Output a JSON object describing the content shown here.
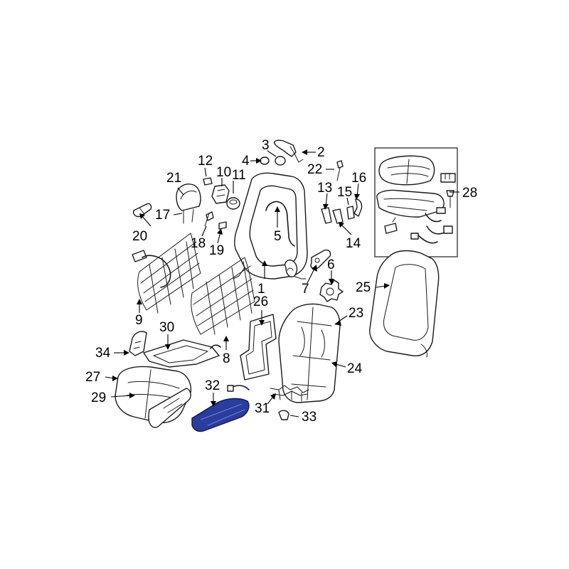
{
  "diagram": {
    "highlight_color": "#2a3d9c",
    "callouts": [
      {
        "id": "1",
        "label": "1"
      },
      {
        "id": "2",
        "label": "2"
      },
      {
        "id": "3",
        "label": "3"
      },
      {
        "id": "4",
        "label": "4"
      },
      {
        "id": "5",
        "label": "5"
      },
      {
        "id": "6",
        "label": "6"
      },
      {
        "id": "7",
        "label": "7"
      },
      {
        "id": "8",
        "label": "8"
      },
      {
        "id": "9",
        "label": "9"
      },
      {
        "id": "10",
        "label": "10"
      },
      {
        "id": "11",
        "label": "11"
      },
      {
        "id": "12",
        "label": "12"
      },
      {
        "id": "13",
        "label": "13"
      },
      {
        "id": "14",
        "label": "14"
      },
      {
        "id": "15",
        "label": "15"
      },
      {
        "id": "16",
        "label": "16"
      },
      {
        "id": "17",
        "label": "17"
      },
      {
        "id": "18",
        "label": "18"
      },
      {
        "id": "19",
        "label": "19"
      },
      {
        "id": "20",
        "label": "20"
      },
      {
        "id": "21",
        "label": "21"
      },
      {
        "id": "22",
        "label": "22"
      },
      {
        "id": "23",
        "label": "23"
      },
      {
        "id": "24",
        "label": "24"
      },
      {
        "id": "25",
        "label": "25"
      },
      {
        "id": "26",
        "label": "26"
      },
      {
        "id": "27",
        "label": "27"
      },
      {
        "id": "28",
        "label": "28"
      },
      {
        "id": "29",
        "label": "29"
      },
      {
        "id": "30",
        "label": "30"
      },
      {
        "id": "31",
        "label": "31"
      },
      {
        "id": "32",
        "label": "32"
      },
      {
        "id": "33",
        "label": "33"
      },
      {
        "id": "34",
        "label": "34"
      }
    ]
  }
}
